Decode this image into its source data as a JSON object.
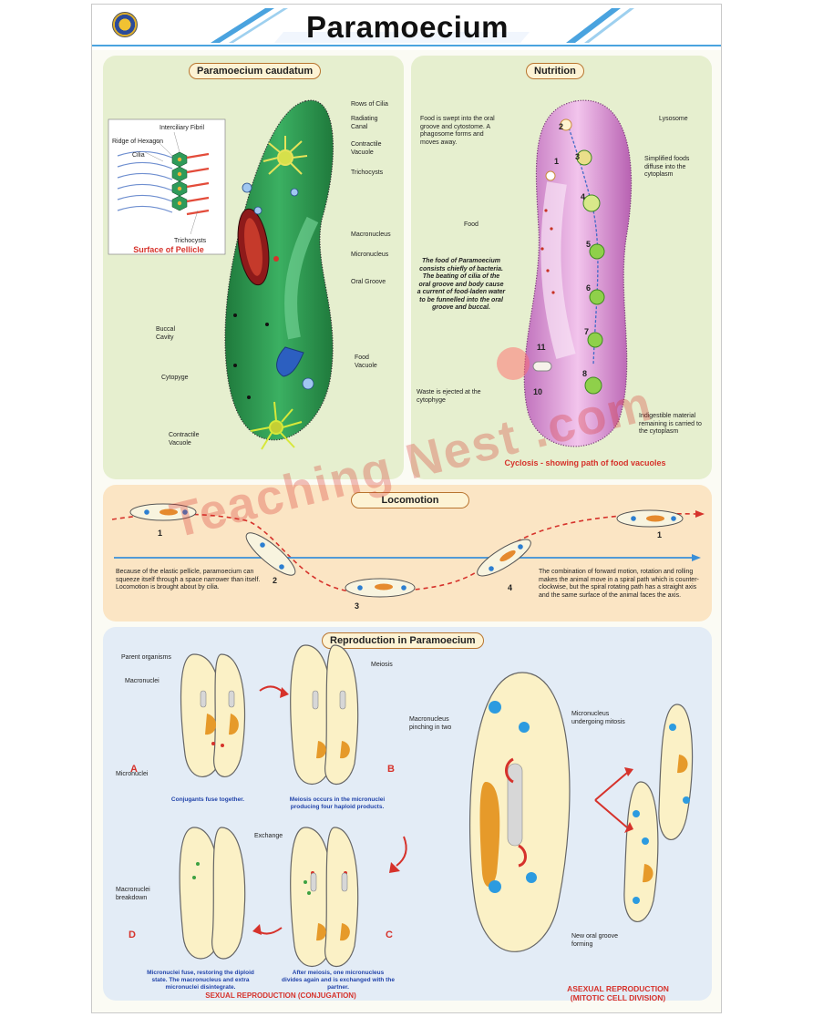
{
  "header": {
    "title": "Paramoecium"
  },
  "cell_panel": {
    "title": "Paramoecium caudatum",
    "inset_caption": "Surface of Pellicle",
    "inset_labels": {
      "interciliary": "Interciliary Fibril",
      "ridge": "Ridge of Hexagon",
      "cilia": "Cilia",
      "trichocysts": "Trichocysts"
    },
    "labels": {
      "rows_of_cilia": "Rows of Cilia",
      "radiating_canal": "Radiating Canal",
      "contractile_vacuole_top": "Contractile Vacuole",
      "trichocysts": "Trichocysts",
      "macronucleus": "Macronucleus",
      "micronucleus": "Micronucleus",
      "oral_groove": "Oral Groove",
      "buccal_cavity": "Buccal Cavity",
      "food_vacuole": "Food Vacuole",
      "cytopyge": "Cytopyge",
      "contractile_vacuole_bottom": "Contractile Vacuole"
    }
  },
  "nutrition_panel": {
    "title": "Nutrition",
    "text_swept": "Food is swept into the oral groove and cytostome. A phagosome forms and moves away.",
    "label_lysosome": "Lysosome",
    "text_simplified": "Simplified foods diffuse into the cytoplasm",
    "label_food": "Food",
    "text_center": "The food of Paramoecium consists chiefly of bacteria. The beating of cilia of the oral groove and body cause a current of food-laden water to be funnelled into the oral groove and buccal.",
    "text_waste": "Waste is ejected at the cytophyge",
    "text_indigestible": "Indigestible material remaining is carried to the cytoplasm",
    "caption": "Cyclosis - showing path of food vacuoles",
    "numbers": [
      "1",
      "2",
      "3",
      "4",
      "5",
      "6",
      "7",
      "8",
      "10",
      "11"
    ]
  },
  "locomotion_panel": {
    "title": "Locomotion",
    "text_left": "Because of the elastic pellicle, paramoecium can squeeze itself through a space narrower than itself. Locomotion is brought about by cilia.",
    "text_right": "The combination of forward motion, rotation and rolling makes the animal move in a spiral path which is counter-clockwise, but the spiral rotating path has a straight axis and the same surface of the animal faces the axis.",
    "numbers": [
      "1",
      "2",
      "3",
      "4",
      "1"
    ]
  },
  "reproduction_panel": {
    "title": "Reproduction in Paramoecium",
    "labels": {
      "parent_organisms": "Parent organisms",
      "macronuclei": "Macronuclei",
      "micronuclei": "Micronuclei",
      "meiosis": "Meiosis",
      "exchange": "Exchange",
      "macronuclei_breakdown": "Macronuclei breakdown",
      "macronucleus_pinching": "Macronucleus pinching in two",
      "micronucleus_mitosis": "Micronucleus undergoing mitosis",
      "new_oral_groove": "New oral groove forming"
    },
    "letters": [
      "A",
      "B",
      "C",
      "D"
    ],
    "captions": {
      "A": "Conjugants fuse together.",
      "B": "Meiosis occurs in the micronuclei producing four haploid products.",
      "C": "After meiosis, one micronucleus divides again and is exchanged with the partner.",
      "D": "Micronuclei fuse, restoring the diploid state. The macronucleus and extra micronuclei disintegrate."
    },
    "sexual_title": "SEXUAL REPRODUCTION (CONJUGATION)",
    "asexual_title_1": "ASEXUAL REPRODUCTION",
    "asexual_title_2": "(MITOTIC CELL DIVISION)"
  },
  "watermark": {
    "text": "Teaching Nest .com"
  },
  "colors": {
    "accent_red": "#d6322b",
    "panel_green": "#e6efcf",
    "panel_orange": "#fbe5c4",
    "panel_blue": "#e3ecf6",
    "cell_green": "#2f9a4f",
    "cell_pink": "#e7a8dc",
    "caption_blue": "#2244aa"
  }
}
